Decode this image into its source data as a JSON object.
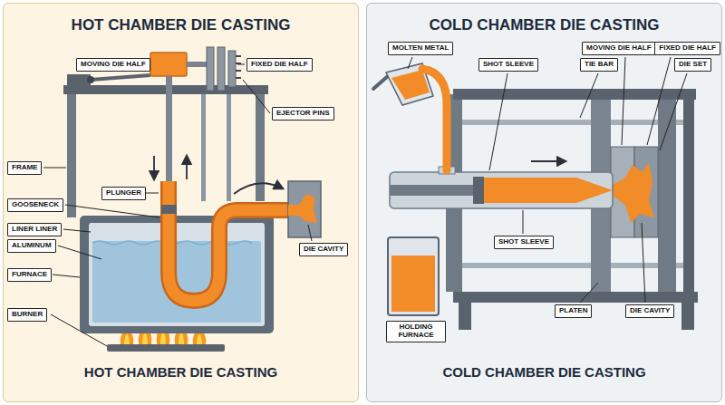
{
  "diagram": {
    "nodes": [
      {
        "text": [
          "HOT CHAMBER DIE CASTING",
          "HOT CHAMBER DIE CASTING"
        ]
      },
      {
        "text": [
          "MOVING DIE HALF"
        ],
        "in": 0
      },
      {
        "text": [
          "FIXED DIE HALF"
        ],
        "in": 0
      },
      {
        "text": [
          "EJECTOR PINS"
        ],
        "in": 0
      },
      {
        "text": [
          "FRAME"
        ],
        "in": 0
      },
      {
        "text": [
          "PLUNGER"
        ],
        "in": 0
      },
      {
        "text": [
          "GOOSENECK"
        ],
        "in": 0
      },
      {
        "text": [
          "LINER LINER"
        ],
        "in": 0
      },
      {
        "text": [
          "ALUMINUM"
        ],
        "in": 0
      },
      {
        "text": [
          "DIE CAVITY"
        ],
        "in": 0
      },
      {
        "text": [
          "FURNACE"
        ],
        "in": 0
      },
      {
        "text": [
          "BURNER"
        ],
        "in": 0
      },
      {
        "text": [
          "COLD CHAMBER DIE CASTING",
          "COLD CHAMBER DIE CASTING"
        ]
      },
      {
        "text": [
          "MOLTEN METAL"
        ],
        "in": 12
      },
      {
        "text": [
          "SHOT SLEEVE"
        ],
        "in": 12
      },
      {
        "text": [
          "TIE BAR"
        ],
        "in": 12
      },
      {
        "text": [
          "MOVING DIE HALF"
        ],
        "in": 12
      },
      {
        "text": [
          "FIXED DIE HALF"
        ],
        "in": 12
      },
      {
        "text": [
          "DIE SET"
        ],
        "in": 12
      },
      {
        "text": [
          "SHOT SLEEVE"
        ],
        "in": 12
      },
      {
        "text": [
          "HOLDING FURNACE"
        ],
        "in": 12
      },
      {
        "text": [
          "PLATEN"
        ],
        "in": 12
      },
      {
        "text": [
          "DIE CAVITY"
        ],
        "in": 12
      }
    ]
  }
}
